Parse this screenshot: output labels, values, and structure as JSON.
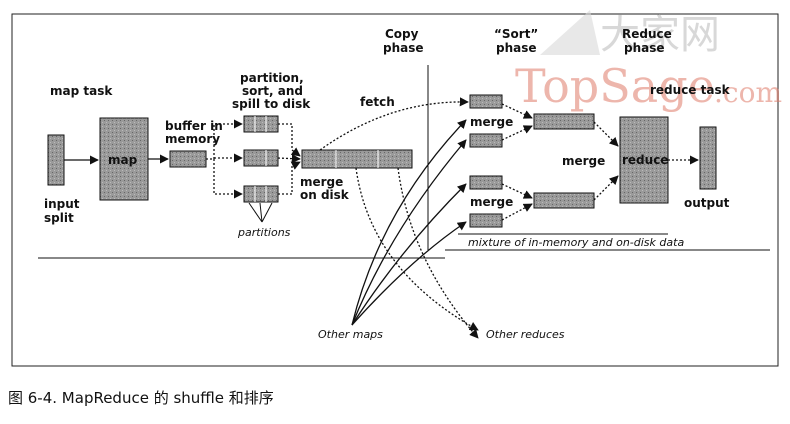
{
  "watermark": {
    "brand": "TopSage",
    "brand_suffix": ".com",
    "cjk": "大家网"
  },
  "phases": {
    "copy": [
      "Copy",
      "phase"
    ],
    "sort": [
      "“Sort”",
      "phase"
    ],
    "reduce": [
      "Reduce",
      "phase"
    ]
  },
  "map_side": {
    "title": "map task",
    "input": [
      "input",
      "split"
    ],
    "map": "map",
    "buffer": [
      "buffer in",
      "memory"
    ],
    "partition": [
      "partition,",
      "sort, and",
      "spill to disk"
    ],
    "partitions": "partitions",
    "merge_on_disk": [
      "merge",
      "on disk"
    ]
  },
  "reduce_side": {
    "title": "reduce task",
    "fetch": "fetch",
    "merge_top": "merge",
    "merge_bottom": "merge",
    "merge_mid": "merge",
    "reduce": "reduce",
    "output": "output",
    "mixture": "mixture of in-memory and on-disk data"
  },
  "other_maps": "Other maps",
  "other_reduces": "Other reduces",
  "caption": "图 6-4. MapReduce 的 shuffle 和排序",
  "colors": {
    "box_fill": "#8f8f8f",
    "line": "#111111",
    "watermark": "#e07b6a"
  }
}
